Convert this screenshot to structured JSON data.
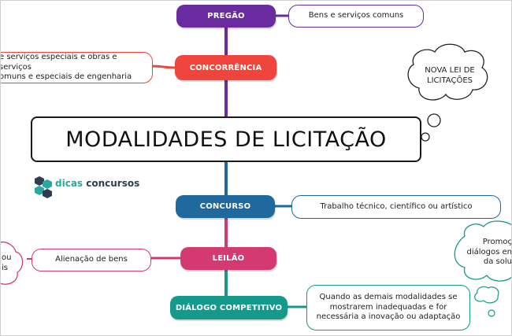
{
  "title": "MODALIDADES DE LICITAÇÃO",
  "logo": {
    "part1": "dicas",
    "part2": "concursos"
  },
  "cloud_top": {
    "line1": "NOVA LEI DE",
    "line2": "LICITAÇÕES"
  },
  "cloud_right": {
    "line1": "Promoç",
    "line2": "diálogos en",
    "line3": "da solu"
  },
  "left_partial": {
    "line1": "ou",
    "line2": "is"
  },
  "modalidades": [
    {
      "label": "PREGÃO",
      "color": "#6a2aa0",
      "desc": [
        "Bens e serviços comuns"
      ],
      "side": "right"
    },
    {
      "label": "CONCORRÊNCIA",
      "color": "#f0453c",
      "desc": [
        "e serviços especiais e obras e serviços",
        "omuns e especiais de engenharia"
      ],
      "side": "left"
    },
    {
      "label": "CONCURSO",
      "color": "#20699e",
      "desc": [
        "Trabalho técnico, científico ou artístico"
      ],
      "side": "right"
    },
    {
      "label": "LEILÃO",
      "color": "#d23a71",
      "desc": [
        "Alienação de bens"
      ],
      "side": "left"
    },
    {
      "label": "DIÁLOGO COMPETITIVO",
      "color": "#16988a",
      "desc": [
        "Quando as demais modalidades se",
        "mostrarem inadequadas e for",
        "necessária a inovação ou adaptação"
      ],
      "side": "right"
    }
  ]
}
